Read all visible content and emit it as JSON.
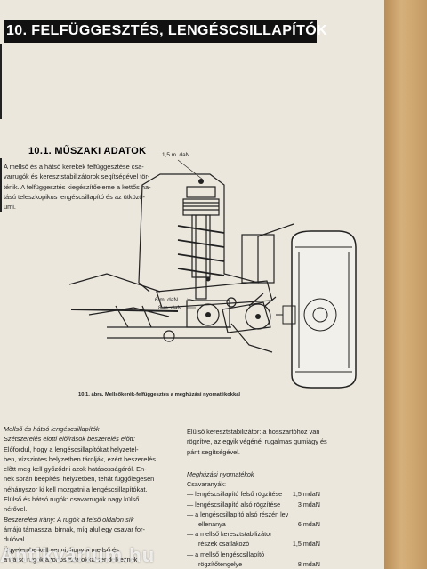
{
  "chapter_title": "10. FELFÜGGESZTÉS, LENGÉSCSILLAPÍTÓK",
  "section_title": "10.1. MŰSZAKI ADATOK",
  "intro_lines": [
    "A mellső és a hátsó kerekek felfüggesztése csa-",
    "varrugók és keresztstabilizátorok segítségével tör-",
    "ténik. A felfüggesztés kiegészítőeleme a kettős ha-",
    "tású teleszkopikus lengéscsillapító és az ütköző-",
    "umi."
  ],
  "figure": {
    "label_top": "1,5 m. daN",
    "label_6": "6 m. daN",
    "label_8": "8 m. daN",
    "caption": "10.1. ábra. Mellsőkerék-felfüggesztés a meghúzási nyomatékokkal"
  },
  "left_col": {
    "heading": "Mellső és hátsó lengéscsillapítók",
    "subheading": "Szétszerelés elötti elõírások beszerelés elõtt:",
    "para1": [
      "Előfordul, hogy a lengéscsillapítókat helyzetel-",
      "ben, vízszintes helyzetben tárolják, ezért beszerelés",
      "elõtt meg kell győződni azok hatásosságáról. En-",
      "nek során beépítési helyzetben, tehát függőlegesen",
      "néhányszor ki kell mozgatni a lengéscsillapítókat."
    ],
    "para2": "Elülső és hátsó rugók: csavarrugók nagy külső",
    "para2b": "nérővel.",
    "para3": [
      "Beszerelési irány: A rugók a felső oldalon sík",
      "ámájú támasszal bírnak, míg alul egy csavar for-",
      "dulóval."
    ],
    "para4": [
      "Ügyelembe kell venni, hogy a mellső és",
      "a hátsó rugók azonos adatokkal rendelkeznek."
    ]
  },
  "right_col": {
    "stab_lines": [
      "Elülső keresztstabilizátor: a hosszartóhoz van",
      "rögzítve, az egyik végénél rugalmas gumiágy és",
      "pánt segítségével."
    ],
    "torque_heading": "Meghúzási nyomatékok",
    "torque_sub": "Csavaranyák:",
    "rows": [
      {
        "desc": "— lengéscsillapító felső rögzítése",
        "val": "1,5 mdaN",
        "sub": false
      },
      {
        "desc": "— lengéscsillapító alsó rögzítése",
        "val": "3 mdaN",
        "sub": false
      },
      {
        "desc": "— a lengéscsillapító alsó részén levő",
        "val": "",
        "sub": false
      },
      {
        "desc": "ellenanya",
        "val": "6 mdaN",
        "sub": true
      },
      {
        "desc": "— a mellső keresztstabilizátor",
        "val": "",
        "sub": false
      },
      {
        "desc": "részek csatlakozó",
        "val": "1,5 mdaN",
        "sub": true
      },
      {
        "desc": "— a mellső lengéscsillapító",
        "val": "",
        "sub": false
      },
      {
        "desc": "rögzítőtengelye",
        "val": "8 mdaN",
        "sub": true
      }
    ]
  },
  "watermark": "Antikvárium.hu"
}
